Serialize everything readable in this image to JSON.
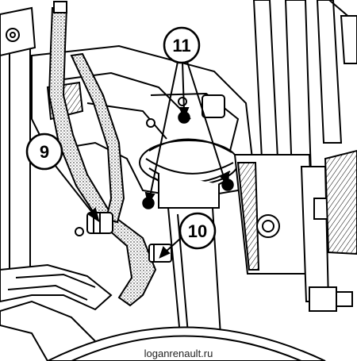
{
  "callouts": [
    {
      "id": "callout-11",
      "label": "11"
    },
    {
      "id": "callout-9",
      "label": "9"
    },
    {
      "id": "callout-10",
      "label": "10"
    }
  ],
  "credit": "loganrenault.ru",
  "colors": {
    "ink": "#000000",
    "paper": "#ffffff",
    "hatch": "#444444"
  }
}
